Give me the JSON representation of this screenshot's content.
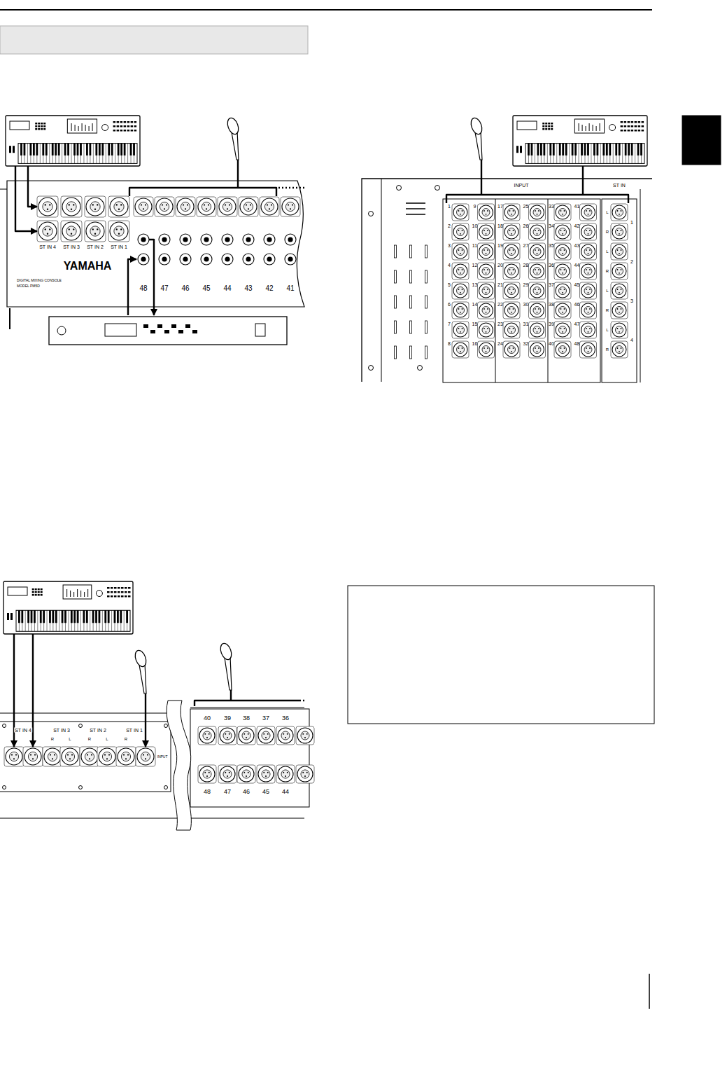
{
  "diagram": {
    "labels": [
      "ST IN 4",
      "ST IN 3",
      "ST IN 2",
      "ST IN 1",
      "YAMAHA",
      "DIGITAL MIXING CONSOLE",
      "MODEL PM5D",
      "48",
      "47",
      "46",
      "45",
      "44",
      "43",
      "42",
      "41",
      "INPUT",
      "ST IN",
      "1",
      "2",
      "3",
      "4",
      "5",
      "6",
      "7",
      "8",
      "9",
      "10",
      "11",
      "12",
      "13",
      "14",
      "15",
      "16",
      "17",
      "18",
      "19",
      "20",
      "21",
      "22",
      "23",
      "24",
      "25",
      "26",
      "27",
      "28",
      "29",
      "30",
      "31",
      "32",
      "33",
      "34",
      "35",
      "36",
      "37",
      "38",
      "39",
      "40",
      "41",
      "42",
      "43",
      "44",
      "45",
      "46",
      "47",
      "48",
      "L",
      "R",
      "1",
      "L",
      "R",
      "2",
      "L",
      "R",
      "3",
      "L",
      "R",
      "4",
      "ST IN 4",
      "ST IN 3",
      "R",
      "L",
      "ST IN 2",
      "R",
      "L",
      "ST IN 1",
      "R",
      "INPUT",
      "40",
      "39",
      "38",
      "37",
      "36",
      "48",
      "47",
      "46",
      "45",
      "44"
    ]
  }
}
